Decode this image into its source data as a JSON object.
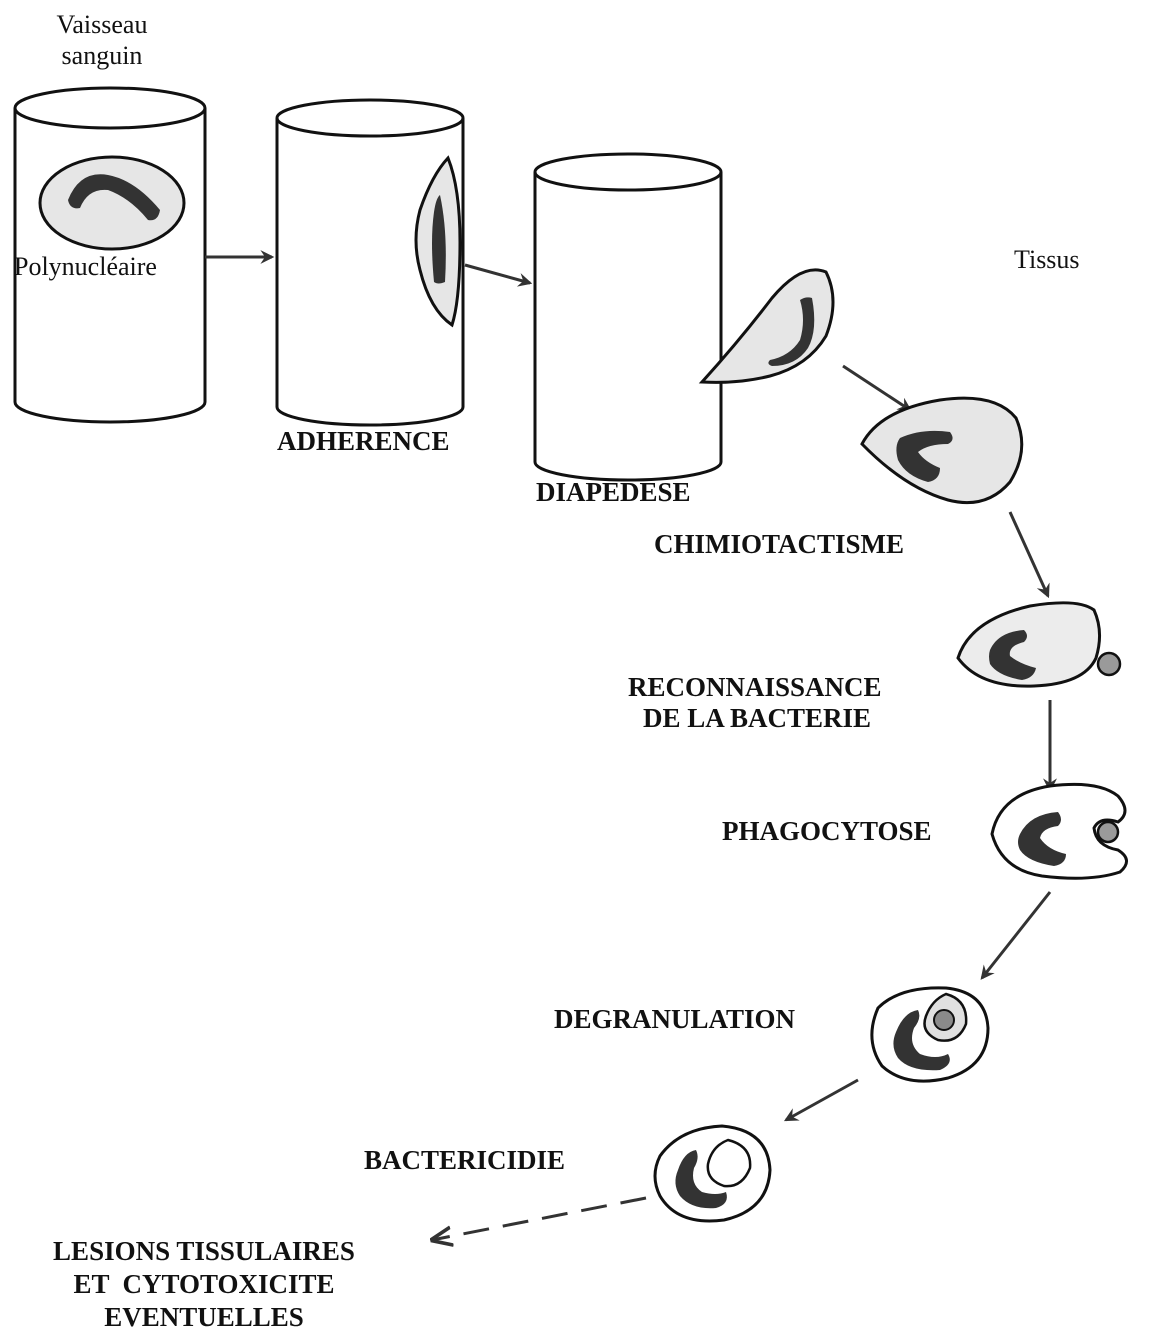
{
  "diagram": {
    "labels": {
      "vessel": [
        "Vaisseau",
        "sanguin"
      ],
      "cell": "Polynucléaire",
      "tissue": "Tissus",
      "adherence": "ADHERENCE",
      "diapedese": "DIAPEDESE",
      "chimiotactisme": "CHIMIOTACTISME",
      "reconnaissance": [
        "RECONNAISSANCE",
        "DE LA BACTERIE"
      ],
      "phagocytose": "PHAGOCYTOSE",
      "degranulation": "DEGRANULATION",
      "bactericidie": "BACTERICIDIE",
      "lesions": [
        "LESIONS TISSULAIRES",
        "ET  CYTOTOXICITE",
        "EVENTUELLES"
      ]
    },
    "colors": {
      "ink": "#111111",
      "nucleus": "#333333",
      "cytoplasm": "#e6e6e6",
      "bacterium": "#9a9a9a",
      "background": "#ffffff"
    }
  }
}
